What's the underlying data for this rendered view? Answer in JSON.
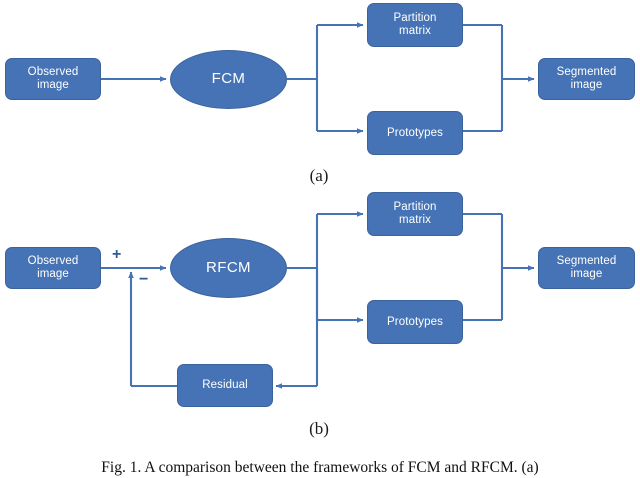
{
  "figure": {
    "caption": "Fig. 1. A comparison between the frameworks of FCM and RFCM. (a)",
    "panel_a_label": "(a)",
    "panel_b_label": "(b)",
    "colors": {
      "node_fill": "#4573B5",
      "node_border": "#3A639C",
      "node_text": "#ffffff",
      "connector": "#4573B5",
      "sign_color": "#2E5A96",
      "background": "#ffffff",
      "caption_text": "#111111"
    }
  },
  "panel_a": {
    "label": "(a)",
    "nodes": {
      "observed_image": "Observed\nimage",
      "observed_image_line1": "Observed",
      "observed_image_line2": "image",
      "algorithm": "FCM",
      "partition_matrix_line1": "Partition",
      "partition_matrix_line2": "matrix",
      "prototypes": "Prototypes",
      "segmented_image_line1": "Segmented",
      "segmented_image_line2": "image"
    }
  },
  "panel_b": {
    "label": "(b)",
    "nodes": {
      "observed_image_line1": "Observed",
      "observed_image_line2": "image",
      "algorithm": "RFCM",
      "partition_matrix_line1": "Partition",
      "partition_matrix_line2": "matrix",
      "prototypes": "Prototypes",
      "segmented_image_line1": "Segmented",
      "segmented_image_line2": "image",
      "residual": "Residual"
    },
    "signs": {
      "plus": "+",
      "minus": "−"
    }
  }
}
